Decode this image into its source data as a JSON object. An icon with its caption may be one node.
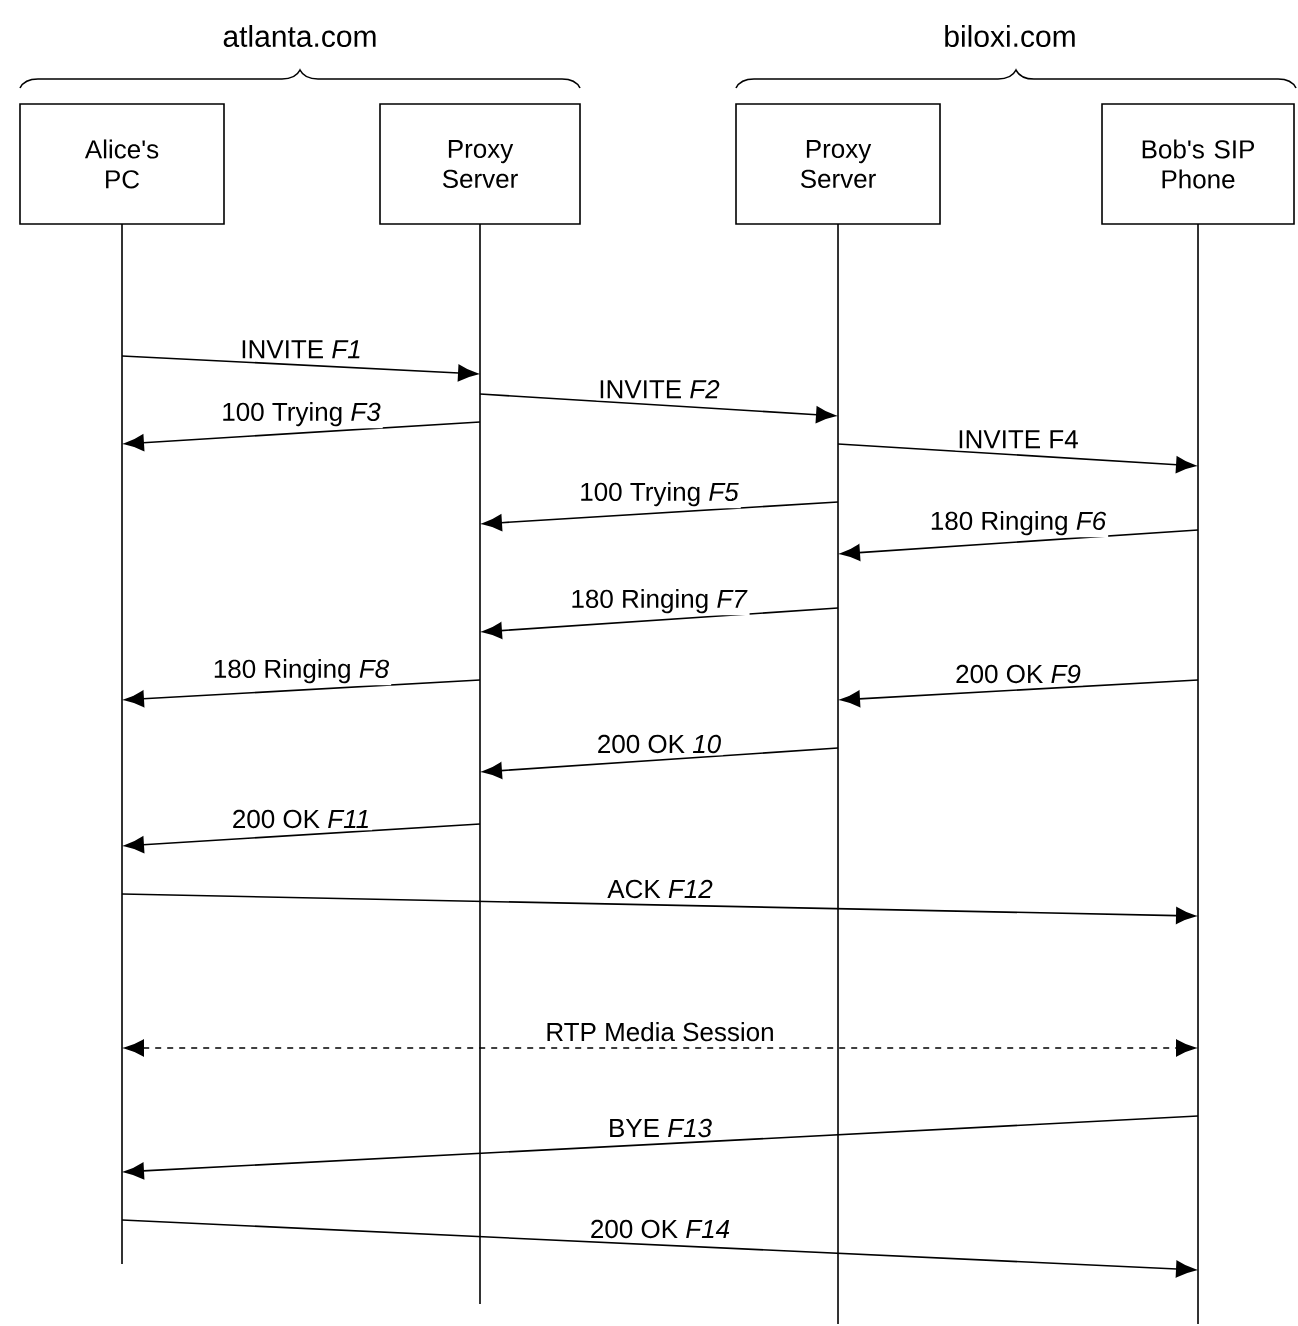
{
  "diagram": {
    "nodes": [
      {
        "text": [
          "Alice's PC"
        ]
      },
      {
        "text": [
          "Proxy Server"
        ]
      },
      {
        "text": [
          "Proxy Server"
        ]
      },
      {
        "text": [
          "Bob's SIP Phone"
        ]
      },
      {
        "text": [],
        "shape": "line"
      },
      {
        "text": [],
        "shape": "line"
      },
      {
        "text": [],
        "shape": "line"
      },
      {
        "text": [],
        "shape": "line"
      }
    ],
    "edges": [
      {
        "from": 4,
        "to": 5,
        "arrow": "to",
        "label": "INVITE *F1*"
      },
      {
        "from": 5,
        "to": 4,
        "arrow": "to",
        "label": "100 Trying *F3*"
      },
      {
        "from": 5,
        "to": 6,
        "arrow": "to",
        "label": "INVITE *F2*"
      },
      {
        "from": 6,
        "to": 7,
        "arrow": "to",
        "label": "INVITE F4"
      },
      {
        "from": 6,
        "to": 5,
        "arrow": "to",
        "label": "100 Trying *F5*"
      },
      {
        "from": 7,
        "to": 6,
        "arrow": "to",
        "label": "180 Ringing *F6*"
      },
      {
        "from": 6,
        "to": 5,
        "arrow": "to",
        "label": "180 Ringing *F7*"
      },
      {
        "from": 5,
        "to": 4,
        "arrow": "to",
        "label": "180 Ringing *F8*"
      },
      {
        "from": 7,
        "to": 6,
        "arrow": "to",
        "label": "200 OK *F9*"
      },
      {
        "from": 6,
        "to": 5,
        "arrow": "to",
        "label": "200 OK *10*"
      },
      {
        "from": 5,
        "to": 4,
        "arrow": "to",
        "label": "200 OK *F11*"
      },
      {
        "from": 4,
        "to": 7,
        "arrow": "to",
        "label": "ACK *F12*"
      },
      {
        "from": 4,
        "to": 7,
        "arrow": "both",
        "label": "RTP Media Session",
        "style": "dashed"
      },
      {
        "from": 7,
        "to": 4,
        "arrow": "to",
        "label": "BYE *F13*"
      },
      {
        "from": 4,
        "to": 7,
        "arrow": "to",
        "label": "200 OK *F14*"
      }
    ],
    "labels": [
      "atlanta.com",
      "biloxi.com"
    ]
  }
}
